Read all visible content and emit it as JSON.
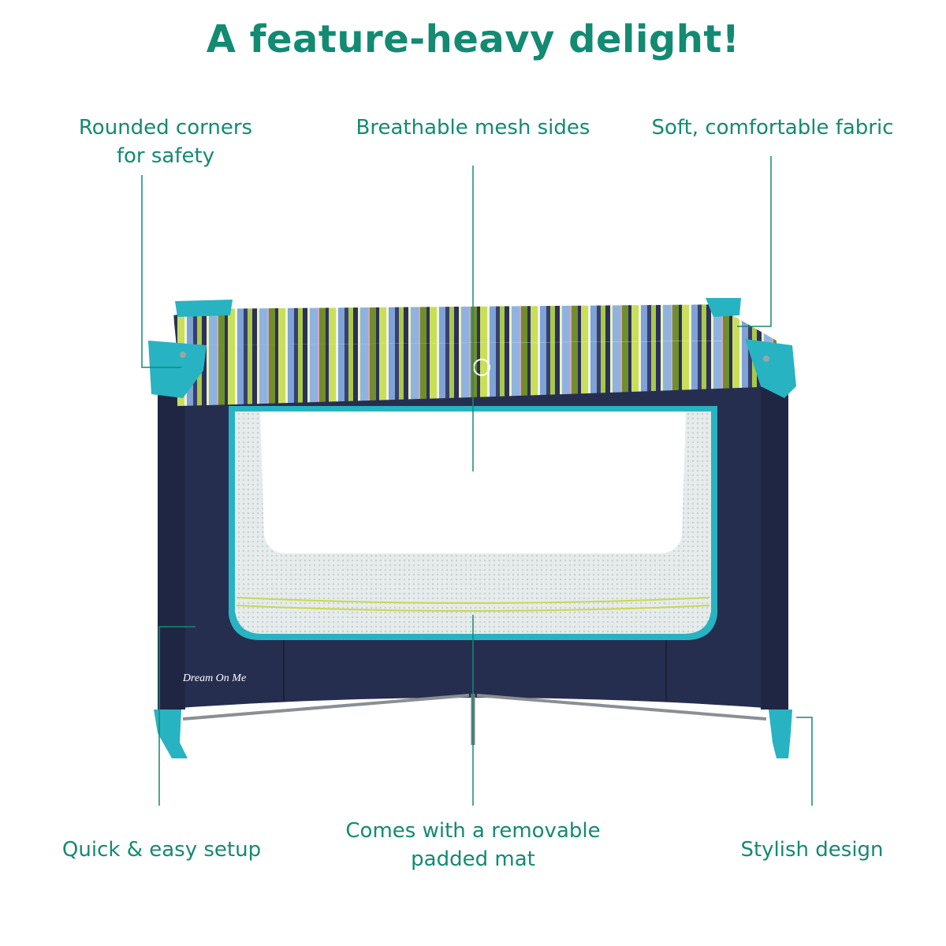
{
  "headline": "A feature-heavy delight!",
  "callouts": {
    "rounded_corners": [
      "Rounded corners",
      "for safety"
    ],
    "mesh_sides": "Breathable mesh sides",
    "fabric": "Soft, comfortable fabric",
    "setup": "Quick & easy setup",
    "mat": [
      "Comes with a removable",
      "padded mat"
    ],
    "design": "Stylish design"
  },
  "brand_mark": "Dream On Me",
  "colors": {
    "accent": "#138a72",
    "navy": "#262e4f",
    "teal": "#27b3c2",
    "mesh": "#f3f5f5"
  }
}
